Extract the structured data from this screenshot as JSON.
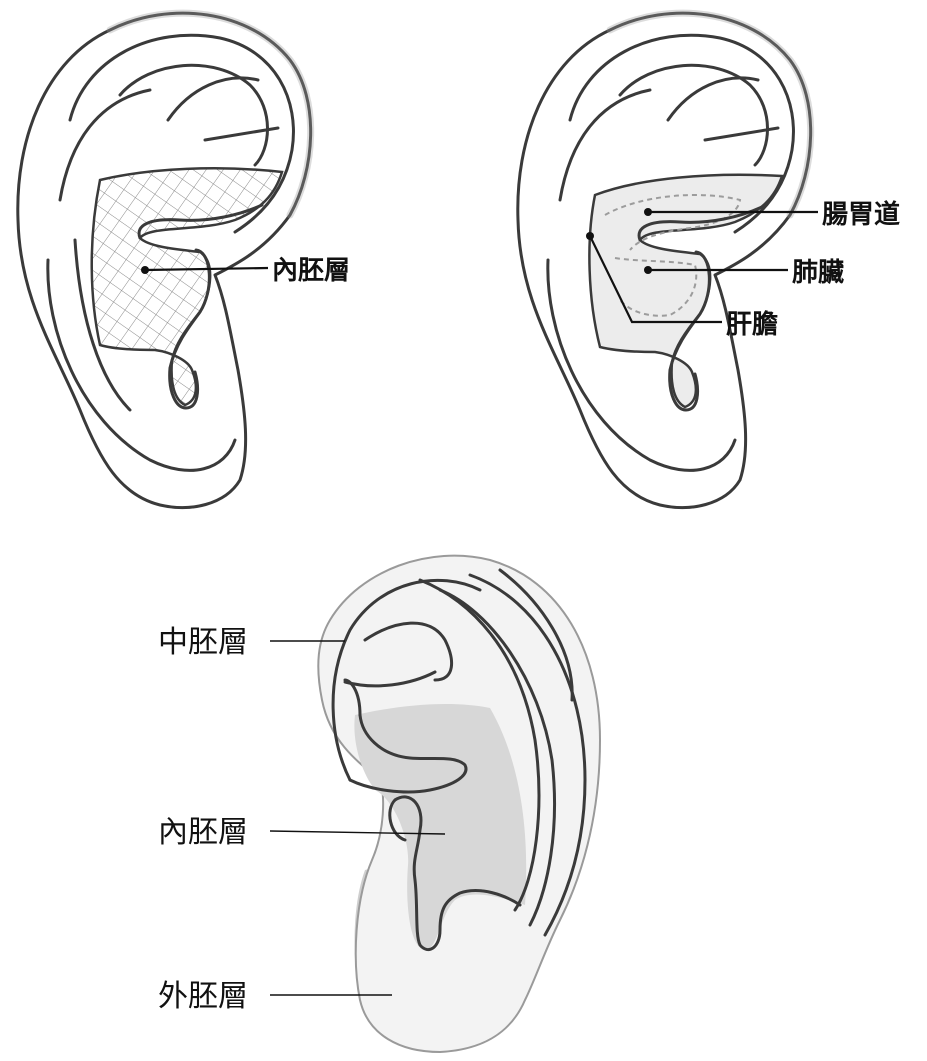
{
  "figures": {
    "endoderm_ear": {
      "label": "內胚層"
    },
    "organ_ear": {
      "labels": {
        "intestine_stomach": "腸胃道",
        "lung": "肺臟",
        "liver_gallbladder": "肝膽"
      }
    },
    "germ_layer_ear": {
      "labels": {
        "mesoderm": "中胚層",
        "endoderm": "內胚層",
        "ectoderm": "外胚層"
      }
    }
  },
  "colors": {
    "outline": "#3a3a3a",
    "ear_fill": "#ffffff",
    "endoderm_shade": "#d9d9d9",
    "ectoderm_shade": "#cfcfcf",
    "mesoderm_fill": "#f1f1f1",
    "hatch": "#8a8a8a"
  }
}
